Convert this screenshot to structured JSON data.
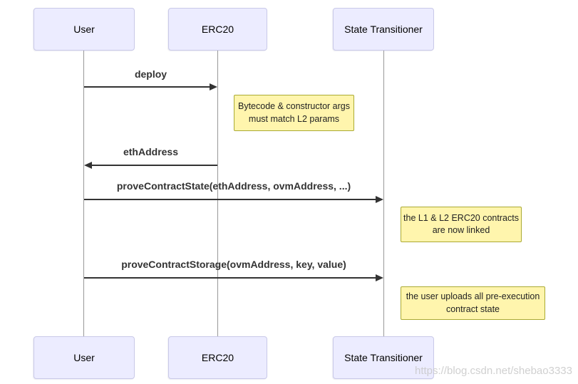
{
  "diagram": {
    "type": "sequence-diagram",
    "actors": [
      {
        "label": "User"
      },
      {
        "label": "ERC20"
      },
      {
        "label": "State Transitioner"
      }
    ],
    "messages": [
      {
        "from": "User",
        "to": "ERC20",
        "label": "deploy",
        "arrow": "solid-right"
      },
      {
        "from": "ERC20",
        "to": "User",
        "label": "ethAddress",
        "arrow": "solid-left"
      },
      {
        "from": "User",
        "to": "State Transitioner",
        "label": "proveContractState(ethAddress, ovmAddress, ...)",
        "arrow": "solid-right"
      },
      {
        "from": "User",
        "to": "State Transitioner",
        "label": "proveContractStorage(ovmAddress, key, value)",
        "arrow": "solid-right"
      }
    ],
    "notes": [
      {
        "text": "Bytecode & constructor args must match L2 params",
        "lines": [
          "Bytecode & constructor args",
          "must match L2 params"
        ]
      },
      {
        "text": "the L1 & L2 ERC20 contracts are now linked",
        "lines": [
          "the L1 & L2 ERC20 contracts",
          "are now linked"
        ]
      },
      {
        "text": "the user uploads all pre-execution contract state",
        "lines": [
          "the user uploads all pre-execution",
          "contract state"
        ]
      }
    ],
    "colors": {
      "actor_fill": "#ECECFF",
      "actor_border": "#C9C9E8",
      "note_fill": "#FFF5AD",
      "note_border": "#AAAA33",
      "message_text": "#333333",
      "arrow": "#333333",
      "lifeline": "#999999"
    }
  },
  "watermark": {
    "text": "https://blog.csdn.net/shebao3333",
    "color": "#C8C8C8"
  }
}
